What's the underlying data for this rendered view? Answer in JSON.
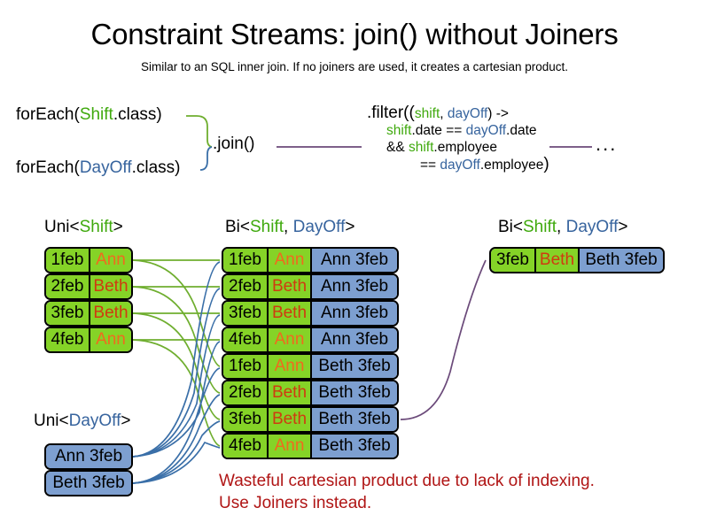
{
  "header": {
    "title": "Constraint Streams: join() without Joiners",
    "subtitle": "Similar to an SQL inner join. If no joiners are used, it creates a cartesian product."
  },
  "code": {
    "for_each_shift": {
      "prefix": "forEach(",
      "type": "Shift",
      "suffix": ".class)"
    },
    "for_each_dayoff": {
      "prefix": "forEach(",
      "type": "DayOff",
      "suffix": ".class)"
    },
    "join_label": ".join()",
    "ellipsis": "...",
    "filter": {
      "line1_a": ".filter((",
      "line1_shift": "shift",
      "line1_comma": ", ",
      "line1_dayoff": "dayOff",
      "line1_b": ") ->",
      "line2_shift": "shift",
      "line2_mid": ".date == ",
      "line2_dayoff": "dayOff",
      "line2_end": ".date",
      "line3_amp": "&& ",
      "line3_shift": "shift",
      "line3_end": ".employee",
      "line4_eq": "== ",
      "line4_dayoff": "dayOff",
      "line4_end": ".employee",
      "line4_paren": ")"
    }
  },
  "streams": {
    "uni_shift": {
      "label_prefix": "Uni<",
      "label_type": "Shift",
      "label_suffix": ">",
      "rows": [
        {
          "date": "1feb",
          "employee": "Ann"
        },
        {
          "date": "2feb",
          "employee": "Beth"
        },
        {
          "date": "3feb",
          "employee": "Beth"
        },
        {
          "date": "4feb",
          "employee": "Ann"
        }
      ]
    },
    "uni_dayoff": {
      "label_prefix": "Uni<",
      "label_type": "DayOff",
      "label_suffix": ">",
      "rows": [
        {
          "dayoff": "Ann 3feb"
        },
        {
          "dayoff": "Beth 3feb"
        }
      ]
    },
    "bi_middle": {
      "label_prefix": "Bi<",
      "label_type1": "Shift",
      "label_comma": ", ",
      "label_type2": "DayOff",
      "label_suffix": ">",
      "rows": [
        {
          "date": "1feb",
          "employee": "Ann",
          "dayoff": "Ann 3feb"
        },
        {
          "date": "2feb",
          "employee": "Beth",
          "dayoff": "Ann 3feb"
        },
        {
          "date": "3feb",
          "employee": "Beth",
          "dayoff": "Ann 3feb"
        },
        {
          "date": "4feb",
          "employee": "Ann",
          "dayoff": "Ann 3feb"
        },
        {
          "date": "1feb",
          "employee": "Ann",
          "dayoff": "Beth 3feb"
        },
        {
          "date": "2feb",
          "employee": "Beth",
          "dayoff": "Beth 3feb"
        },
        {
          "date": "3feb",
          "employee": "Beth",
          "dayoff": "Beth 3feb"
        },
        {
          "date": "4feb",
          "employee": "Ann",
          "dayoff": "Beth 3feb"
        }
      ]
    },
    "bi_right": {
      "label_prefix": "Bi<",
      "label_type1": "Shift",
      "label_comma": ", ",
      "label_type2": "DayOff",
      "label_suffix": ">",
      "rows": [
        {
          "date": "3feb",
          "employee": "Beth",
          "dayoff": "Beth 3feb"
        }
      ]
    }
  },
  "warning": {
    "line1": "Wasteful cartesian product due to lack of indexing.",
    "line2": "Use Joiners instead."
  },
  "colors": {
    "shift_green": "#85d327",
    "dayoff_blue": "#7d9fd0",
    "shift_token": "#3fa90d",
    "dayoff_token": "#37649e",
    "ann_orange": "#f06a1e",
    "beth_red": "#cf3b10",
    "warning_red": "#b01515",
    "wire_green": "#6fae2f",
    "wire_blue": "#3a6fa8",
    "wire_purple": "#6b4a7a"
  }
}
